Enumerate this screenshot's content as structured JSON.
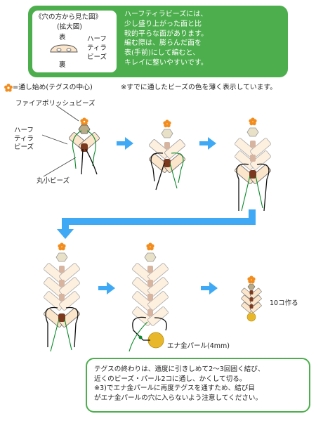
{
  "top_box": {
    "inset_title": "《穴の方から見た図》",
    "inset_subtitle": "(拡大図)",
    "front": "表",
    "back": "裏",
    "half_tila_1": "ハーフ",
    "half_tila_2": "ティラ",
    "half_tila_3": "ビーズ",
    "desc": [
      "ハーフティラビーズには、",
      "少し盛り上がった面と比",
      "較的平らな面があります。",
      "編む際は、膨らんだ面を",
      "表(手前)にして編むと、",
      "キレイに整いやすいです。"
    ]
  },
  "legend": {
    "start_label": "=通し始め(テグスの中心)",
    "note": "※すでに通したビーズの色を薄く表示しています。"
  },
  "labels": {
    "fire_polish": "ファイアポリッシュビーズ",
    "half_tila": [
      "ハーフ",
      "ティラ",
      "ビーズ"
    ],
    "round_small": "丸小ビーズ",
    "make_ten": "10コ作る",
    "ena_pearl": "エナ金パール(4mm)"
  },
  "bottom_note": [
    "テグスの終わりは、適度に引きしめて2〜3回固く結び、",
    "近くのビーズ・パール2コに通し、かくして切る。",
    "※3)でエナ金パールに再度テグスを通すため、結び目",
    "がエナ金パールの穴に入らないよう注意してください。"
  ],
  "colors": {
    "green": "#4cae4c",
    "arrow_blue": "#3fa9f5",
    "flower": "#f28c1c",
    "tila": "#fbe6cc",
    "round_bead": "#7b3a1f",
    "fire_polish": "#b9ab86",
    "pearl": "#e8b82a"
  }
}
